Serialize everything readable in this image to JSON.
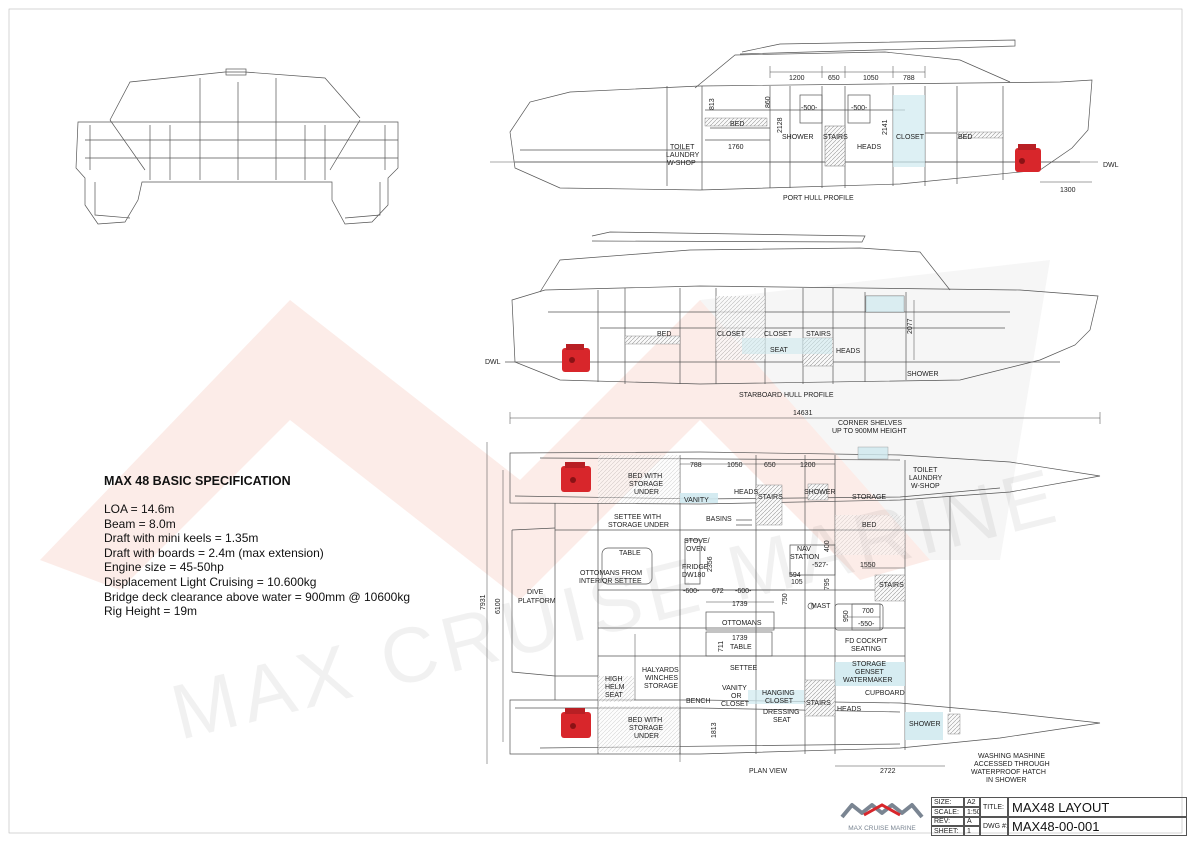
{
  "watermark": "MAX CRUISE MARINE",
  "views": {
    "port_caption": "PORT HULL PROFILE",
    "starboard_caption": "STARBOARD HULL PROFILE",
    "plan_caption": "PLAN VIEW",
    "dwl": "DWL"
  },
  "port_labels": [
    "BED",
    "TOILET",
    "LAUNDRY",
    "W-SHOP",
    "SHOWER",
    "STAIRS",
    "HEADS",
    "CLOSET",
    "BED"
  ],
  "port_dims": [
    "1200",
    "650",
    "1050",
    "788",
    "813",
    "860",
    "2128",
    "-500-",
    "-500-",
    "2141",
    "1760",
    "1300"
  ],
  "starboard_labels": [
    "BED",
    "CLOSET",
    "CLOSET",
    "STAIRS",
    "SEAT",
    "HEADS",
    "SHOWER"
  ],
  "starboard_dims": [
    "2077"
  ],
  "plan_labels": [
    "CORNER SHELVES",
    "UP TO 900MM HEIGHT",
    "BED WITH",
    "STORAGE",
    "UNDER",
    "VANITY",
    "HEADS",
    "STAIRS",
    "SHOWER",
    "STORAGE",
    "TOILET",
    "LAUNDRY",
    "W-SHOP",
    "SETTEE WITH",
    "STORAGE UNDER",
    "BASINS",
    "BED",
    "STOVE/",
    "OVEN",
    "TABLE",
    "FRIDGE",
    "DW180",
    "NAV",
    "STATION",
    "OTTOMANS FROM",
    "INTERIOR SETTEE",
    "DIVE",
    "PLATFORM",
    "STAIRS",
    "MAST",
    "OTTOMANS",
    "TABLE",
    "FD COCKPIT",
    "SEATING",
    "SETTEE",
    "HIGH",
    "HELM",
    "SEAT",
    "HALYARDS",
    "WINCHES",
    "STORAGE",
    "STORAGE",
    "GENSET",
    "WATERMAKER",
    "CUPBOARD",
    "VANITY",
    "OR",
    "CLOSET",
    "BENCH",
    "HANGING",
    "CLOSET",
    "DRESSING",
    "SEAT",
    "STAIRS",
    "HEADS",
    "SHOWER",
    "BED WITH",
    "STORAGE",
    "UNDER",
    "WASHING MASHINE",
    "ACCESSED THROUGH",
    "WATERPROOF HATCH",
    "IN SHOWER"
  ],
  "plan_dims": [
    "14631",
    "788",
    "1050",
    "650",
    "1200",
    "400",
    "-527-",
    "594",
    "105",
    "795",
    "1550",
    "2356",
    "-600-",
    "672",
    "-600-",
    "1739",
    "750",
    "700",
    "950",
    "-550-",
    "1739",
    "711",
    "1813",
    "2722",
    "7931",
    "6100"
  ],
  "spec": {
    "title": "MAX 48 BASIC SPECIFICATION",
    "lines": [
      "LOA = 14.6m",
      "Beam = 8.0m",
      "Draft with mini keels = 1.35m",
      "Draft with boards = 2.4m (max extension)",
      "Engine size = 45-50hp",
      "Displacement Light Cruising = 10.600kg",
      "Bridge deck clearance above water = 900mm @ 10600kg",
      "Rig Height = 19m"
    ]
  },
  "title_block": {
    "logo_text": "MAX CRUISE MARINE",
    "size_label": "SIZE:",
    "size_value": "A2",
    "scale_label": "SCALE:",
    "scale_value": "1:50",
    "rev_label": "REV:",
    "rev_value": "A",
    "sheet_label": "SHEET:",
    "sheet_value": "1",
    "title_label": "TITLE:",
    "title_value": "MAX48 LAYOUT",
    "dwg_label": "DWG #:",
    "dwg_value": "MAX48-00-001"
  },
  "colors": {
    "line": "#555555",
    "engine_red": "#d8262b",
    "light_blue": "#cfe9ef",
    "watermark_red": "#f6c9bd",
    "logo_grey": "#7a8592"
  }
}
